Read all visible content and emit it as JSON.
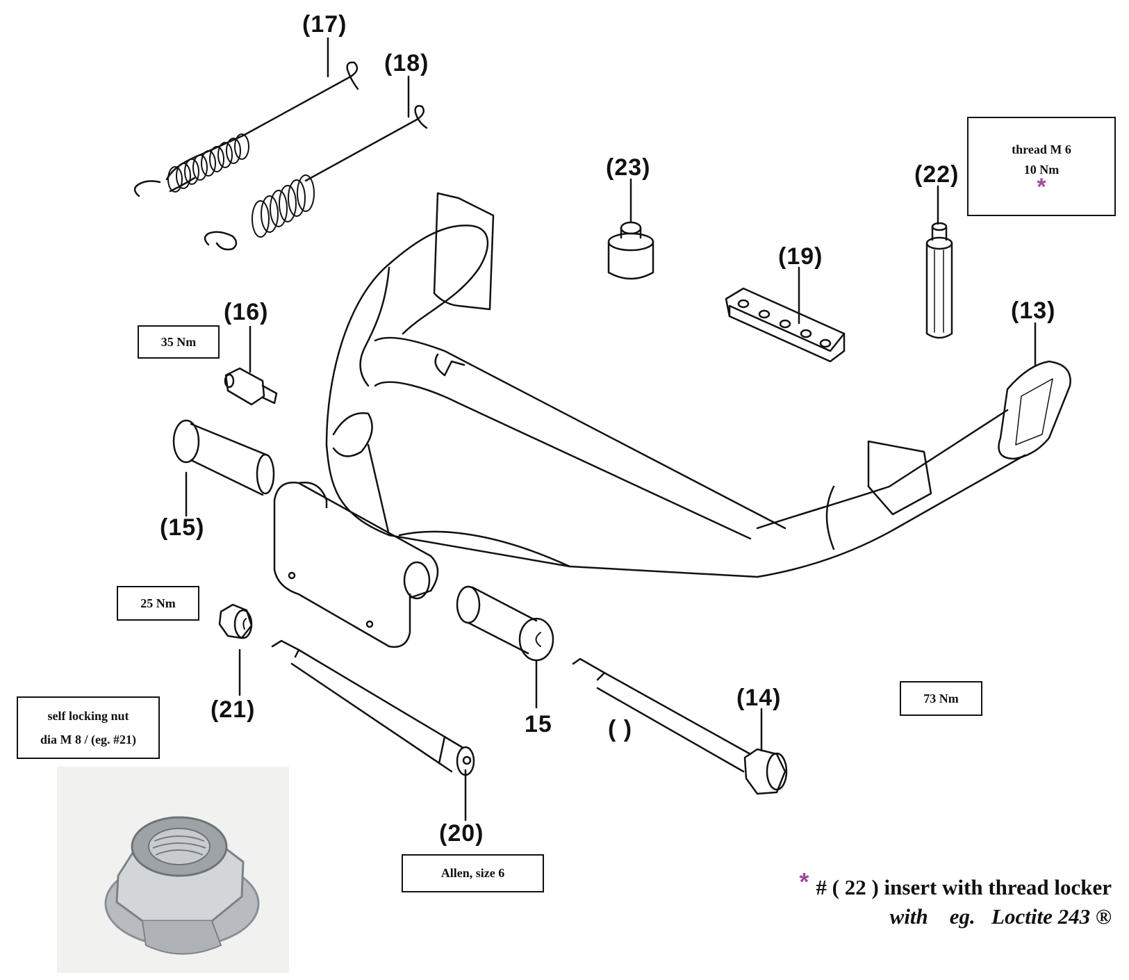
{
  "callouts": {
    "c17": "(17)",
    "c18": "(18)",
    "c23": "(23)",
    "c22": "(22)",
    "c19": "(19)",
    "c16": "(16)",
    "c13": "(13)",
    "c15a": "(15)",
    "c21": "(21)",
    "c15b": "15",
    "c_empty": "(      )",
    "c14": "(14)",
    "c20": "(20)"
  },
  "specs": {
    "thread_box": {
      "line1": "thread M 6",
      "line2": "10 Nm",
      "star": "*"
    },
    "torque_16": "35 Nm",
    "torque_21": "25 Nm",
    "torque_14": "73 Nm",
    "nut_box": {
      "line1": "self locking nut",
      "line2": "dia M 8 / (eg. #21)"
    },
    "allen_box": "Allen, size 6"
  },
  "note": {
    "star": "*",
    "line1": "# ( 22 ) insert with thread locker",
    "line2": "with    eg.   Loctite 243 ®"
  },
  "colors": {
    "accent": "#a04aa0",
    "line": "#111111"
  },
  "photo": {
    "subject": "self-locking-flange-nut-photo"
  }
}
